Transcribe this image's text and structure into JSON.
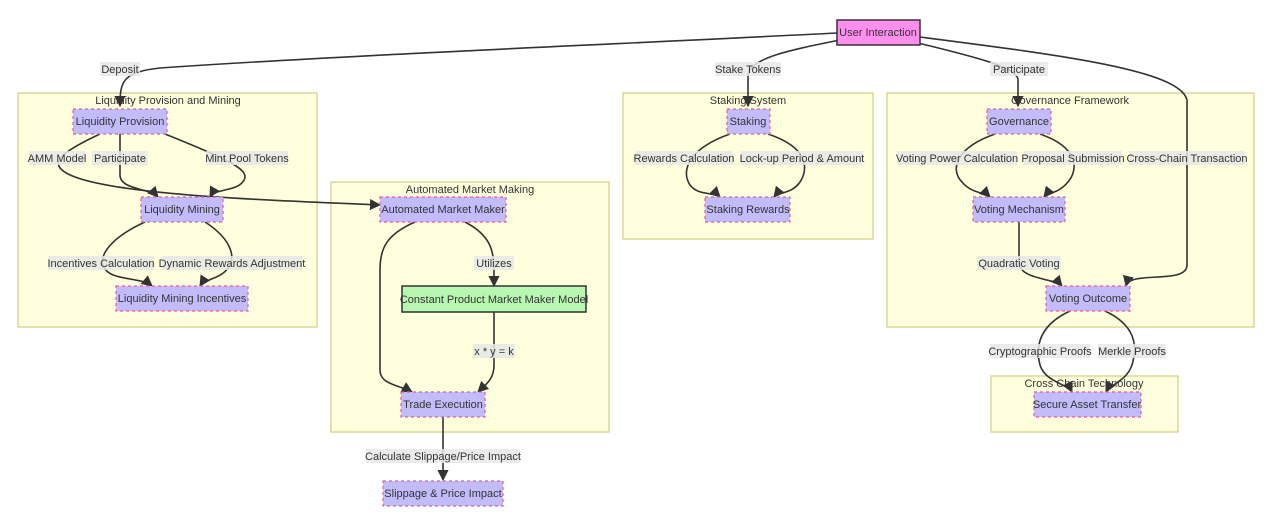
{
  "colors": {
    "user_fill": "#ff8fef",
    "user_stroke": "#333333",
    "default_fill": "#c3bcfa",
    "default_stroke": "#e85aa0",
    "model_fill": "#b8f7b0",
    "model_stroke": "#333333",
    "cluster_fill": "#ffffde",
    "cluster_stroke": "#c8c56a"
  },
  "clusters": {
    "liquidity": "Liquidity Provision and Mining",
    "amm": "Automated Market Making",
    "staking": "Staking System",
    "governance": "Governance Framework",
    "crosschain": "Cross Chain Technology"
  },
  "nodes": {
    "user": "User Interaction",
    "lp": "Liquidity Provision",
    "lm": "Liquidity Mining",
    "lmi": "Liquidity Mining Incentives",
    "amm": "Automated Market Maker",
    "cpmm": "Constant Product Market Maker Model",
    "trade": "Trade Execution",
    "slip": "Slippage & Price Impact",
    "staking": "Staking",
    "srewards": "Staking Rewards",
    "gov": "Governance",
    "vmech": "Voting Mechanism",
    "vout": "Voting Outcome",
    "sat": "Secure Asset Transfer"
  },
  "edges": {
    "deposit": "Deposit",
    "stake_tokens": "Stake Tokens",
    "participate_gov": "Participate",
    "amm_model": "AMM Model",
    "participate_lm": "Participate",
    "mint_pool": "Mint Pool Tokens",
    "incentives_calc": "Incentives Calculation",
    "dynamic_rewards": "Dynamic Rewards Adjustment",
    "utilizes": "Utilizes",
    "formula": "x * y = k",
    "slippage_calc": "Calculate Slippage/Price Impact",
    "rewards_calc": "Rewards Calculation",
    "lockup": "Lock-up Period & Amount",
    "voting_power": "Voting Power Calculation",
    "proposal": "Proposal Submission",
    "cross_chain_tx": "Cross-Chain Transaction",
    "quadratic": "Quadratic Voting",
    "crypto_proofs": "Cryptographic Proofs",
    "merkle": "Merkle Proofs"
  }
}
